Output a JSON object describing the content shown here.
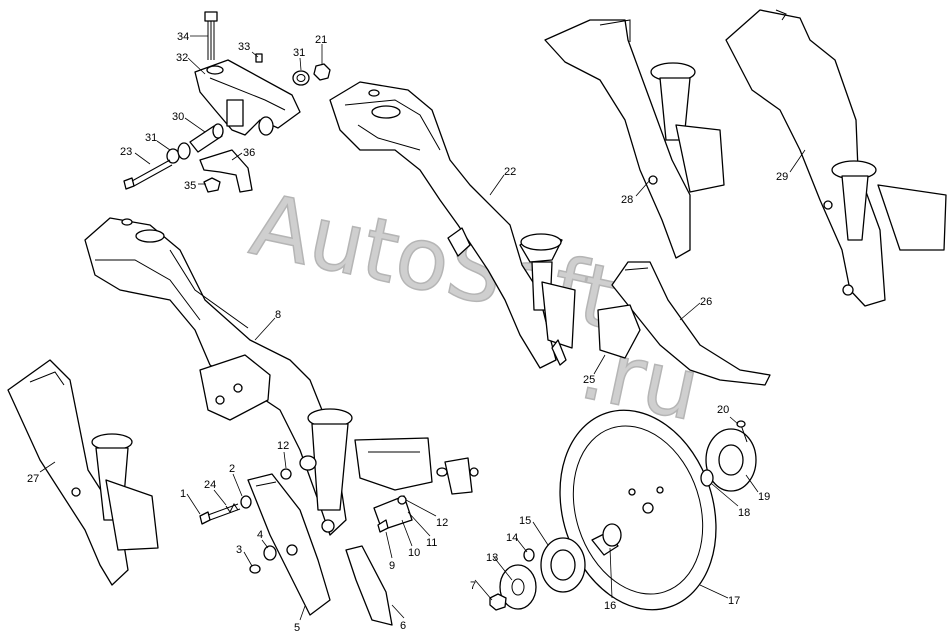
{
  "watermark": {
    "line1": "AutoSoft",
    "line2": ".ru",
    "color": "#cfcfcf"
  },
  "callouts": [
    "1",
    "2",
    "3",
    "4",
    "5",
    "6",
    "7",
    "8",
    "9",
    "10",
    "11",
    "12",
    "12",
    "13",
    "14",
    "15",
    "16",
    "17",
    "18",
    "19",
    "20",
    "21",
    "22",
    "23",
    "24",
    "25",
    "26",
    "27",
    "28",
    "29",
    "30",
    "31",
    "31",
    "32",
    "33",
    "34",
    "35",
    "36"
  ]
}
